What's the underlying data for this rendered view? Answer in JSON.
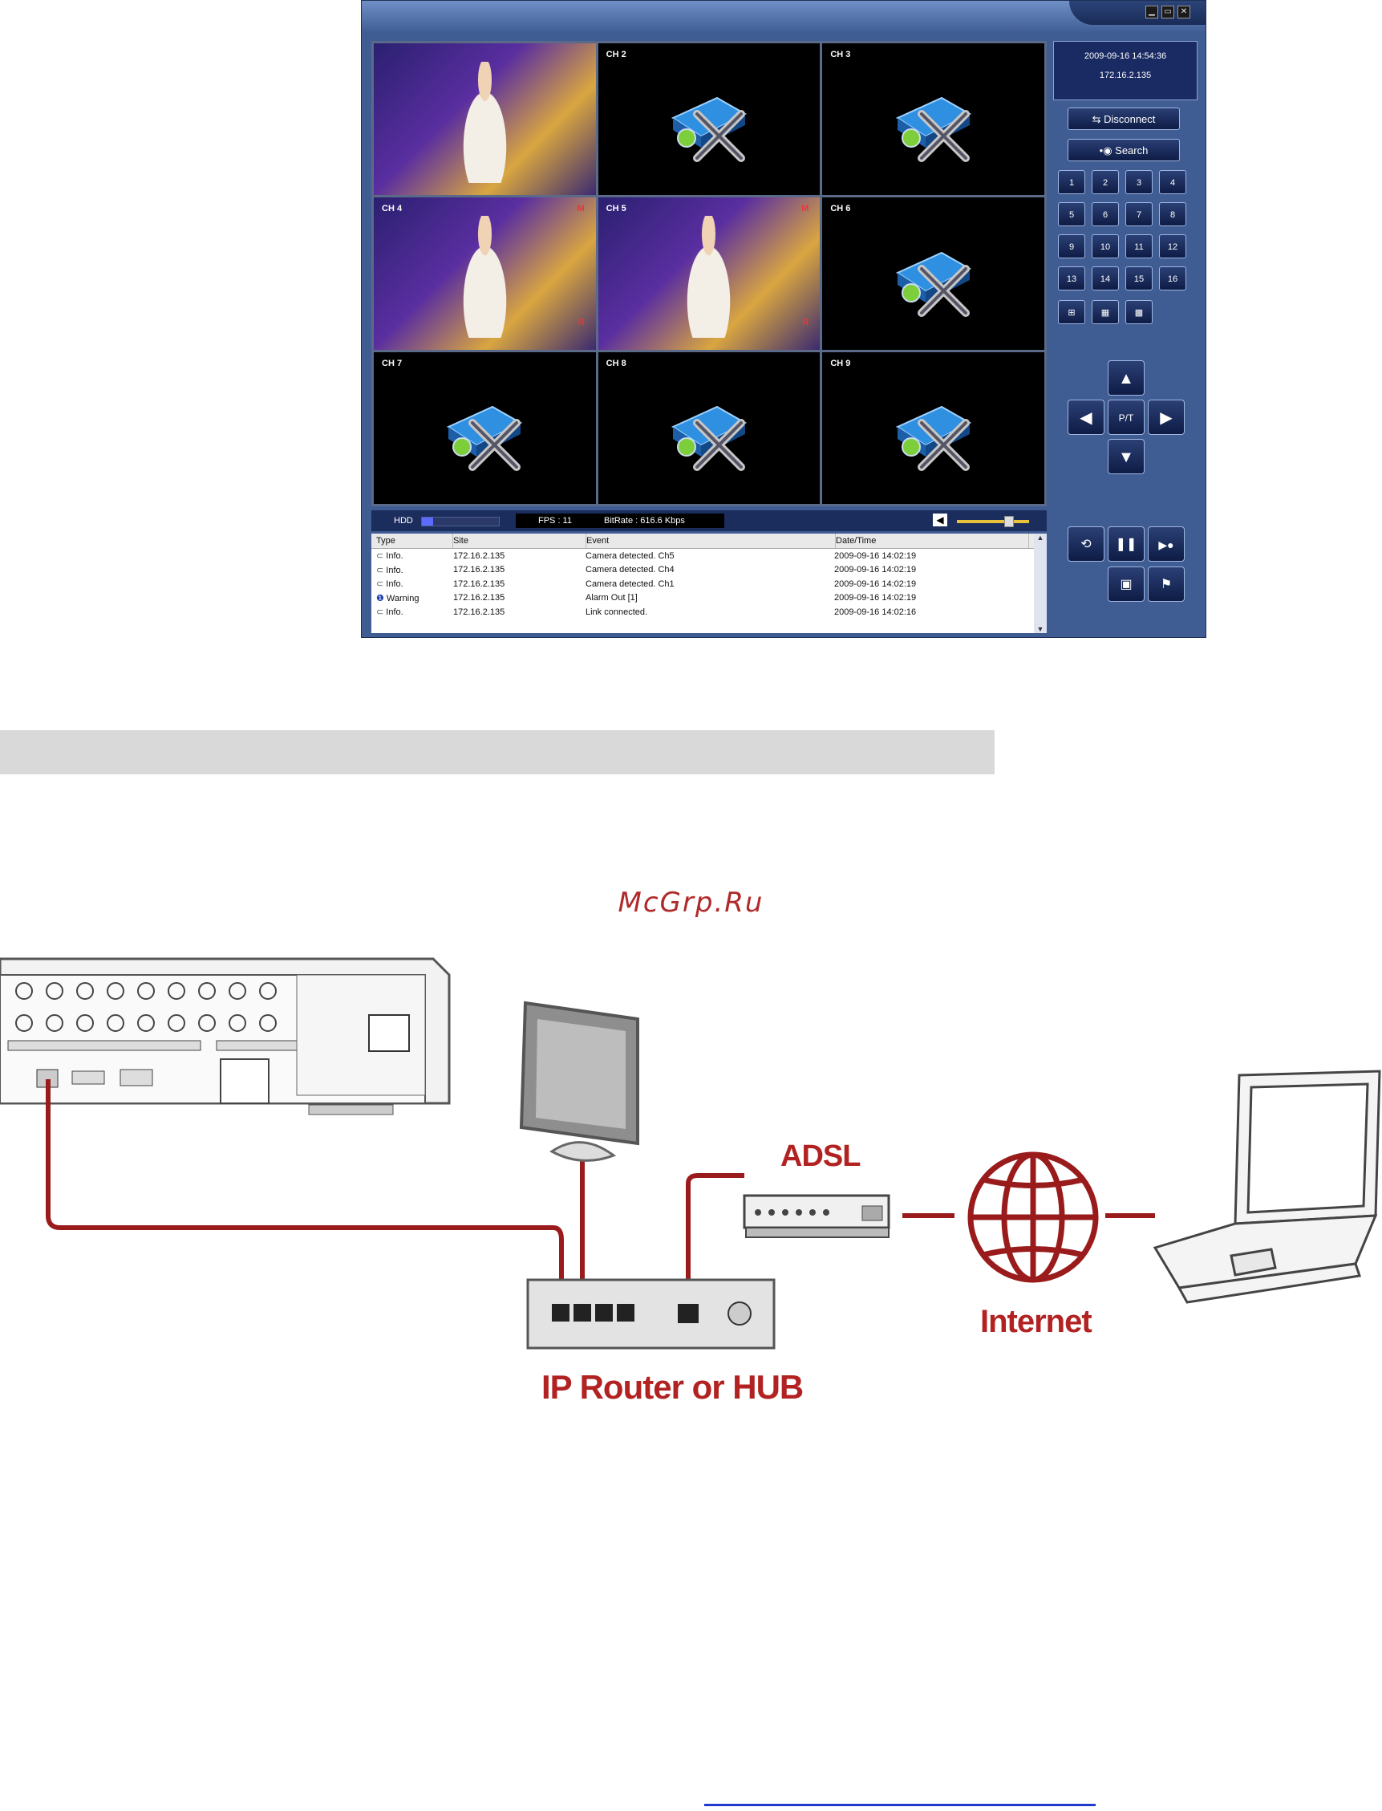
{
  "window": {
    "title_buttons": [
      "minimize-icon",
      "maximize-icon",
      "close-icon"
    ]
  },
  "channels": [
    {
      "id": "ch1",
      "label": "",
      "live": true,
      "flags": []
    },
    {
      "id": "ch2",
      "label": "CH 2",
      "live": false,
      "flags": []
    },
    {
      "id": "ch3",
      "label": "CH 3",
      "live": false,
      "flags": []
    },
    {
      "id": "ch4",
      "label": "CH 4",
      "live": true,
      "flags": [
        "M",
        "R"
      ]
    },
    {
      "id": "ch5",
      "label": "CH 5",
      "live": true,
      "flags": [
        "M",
        "R"
      ]
    },
    {
      "id": "ch6",
      "label": "CH 6",
      "live": false,
      "flags": []
    },
    {
      "id": "ch7",
      "label": "CH 7",
      "live": false,
      "flags": []
    },
    {
      "id": "ch8",
      "label": "CH 8",
      "live": false,
      "flags": []
    },
    {
      "id": "ch9",
      "label": "CH 9",
      "live": false,
      "flags": []
    }
  ],
  "status": {
    "hdd_label": "HDD",
    "hdd_fill": 0.15,
    "fps": "FPS : 11",
    "bitrate": "BitRate : 616.6 Kbps",
    "volume_level": 0.65
  },
  "log": {
    "columns": [
      "Type",
      "Site",
      "Event",
      "Date/Time"
    ],
    "rows": [
      {
        "type": "Info.",
        "site": "172.16.2.135",
        "event": "Camera detected. Ch5",
        "time": "2009-09-16 14:02:19"
      },
      {
        "type": "Info.",
        "site": "172.16.2.135",
        "event": "Camera detected. Ch4",
        "time": "2009-09-16 14:02:19"
      },
      {
        "type": "Info.",
        "site": "172.16.2.135",
        "event": "Camera detected. Ch1",
        "time": "2009-09-16 14:02:19"
      },
      {
        "type": "Warning",
        "site": "172.16.2.135",
        "event": "Alarm Out [1]",
        "time": "2009-09-16 14:02:19"
      },
      {
        "type": "Info.",
        "site": "172.16.2.135",
        "event": "Link connected.",
        "time": "2009-09-16 14:02:16"
      }
    ]
  },
  "info": {
    "datetime": "2009-09-16 14:54:36",
    "ip": "172.16.2.135"
  },
  "buttons": {
    "disconnect": "Disconnect",
    "search": "Search",
    "ptz": "P/T"
  },
  "channel_buttons": [
    "1",
    "2",
    "3",
    "4",
    "5",
    "6",
    "7",
    "8",
    "9",
    "10",
    "11",
    "12",
    "13",
    "14",
    "15",
    "16"
  ],
  "watermark": "McGrp.Ru",
  "diagram": {
    "adsl": "ADSL",
    "internet": "Internet",
    "router": "IP Router or HUB"
  },
  "colors": {
    "cable": "#9a1b1b",
    "panel": "#3f5d93"
  }
}
